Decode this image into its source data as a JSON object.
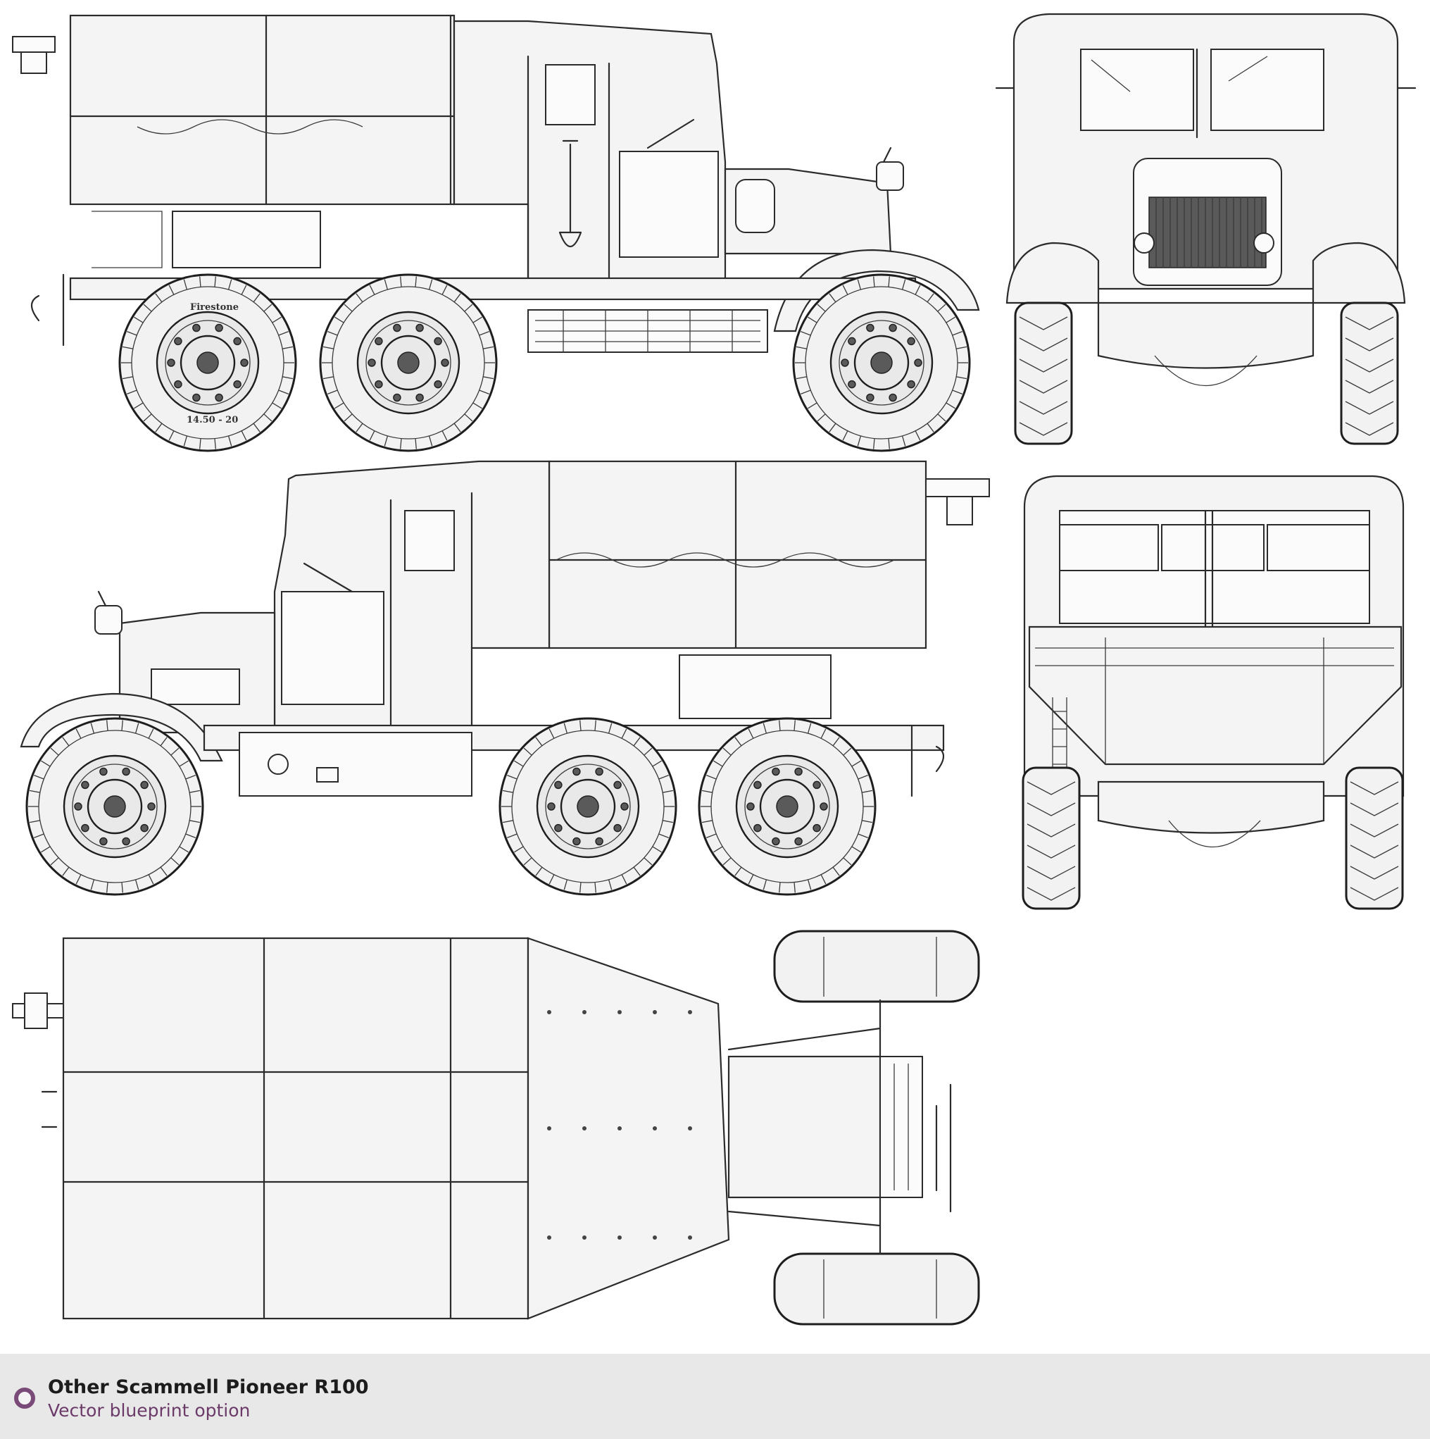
{
  "footer": {
    "title": "Other Scammell Pioneer R100",
    "subtitle": "Vector blueprint option"
  },
  "tire_markings": {
    "brand": "Firestone",
    "size": "14.50 - 20"
  },
  "colors": {
    "footer_background": "#e8e8e8",
    "badge_ring": "#7a4a78",
    "subtitle_text": "#6b3a69",
    "line_art": "#2b2b2b"
  }
}
